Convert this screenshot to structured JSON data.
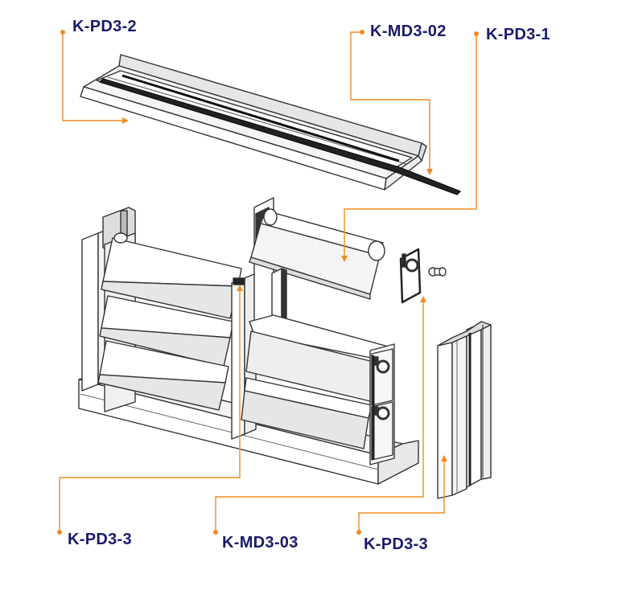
{
  "labels": {
    "pd3_2": "K-PD3-2",
    "md3_02": "K-MD3-02",
    "pd3_1": "K-PD3-1",
    "pd3_3_left": "K-PD3-3",
    "md3_03": "K-MD3-03",
    "pd3_3_right": "K-PD3-3"
  },
  "colors": {
    "label_text": "#1a1a6e",
    "leader_line": "#f08a24",
    "outline": "#333333",
    "fill": "#ffffff",
    "shade": "#d9d9d9",
    "dark": "#222222"
  }
}
